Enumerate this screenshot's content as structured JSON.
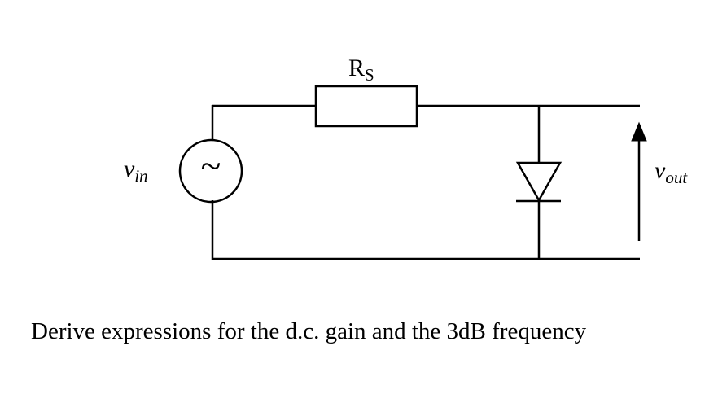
{
  "circuit": {
    "input_label": {
      "base": "v",
      "sub": "in"
    },
    "resistor_label": {
      "base": "R",
      "sub": "S"
    },
    "output_label": {
      "base": "v",
      "sub": "out"
    },
    "source_symbol": "~"
  },
  "caption": "Derive expressions for the d.c. gain and the 3dB frequency",
  "colors": {
    "line": "#000000",
    "background": "#ffffff"
  }
}
